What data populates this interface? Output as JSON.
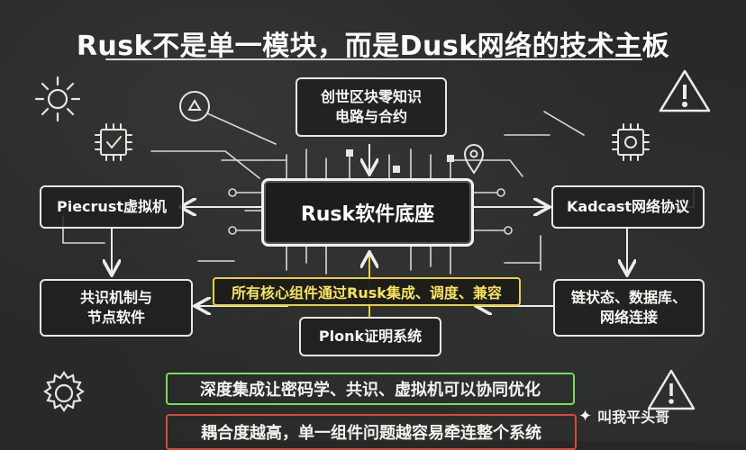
{
  "title": "Rusk不是单一模块，而是Dusk网络的技术主板",
  "core": {
    "label": "Rusk软件底座"
  },
  "nodes": {
    "genesis": [
      "创世区块零知识",
      "电路与合约"
    ],
    "piecrust": "Piecrust虚拟机",
    "kadcast": "Kadcast网络协议",
    "consensus": [
      "共识机制与",
      "节点软件"
    ],
    "chainstate": [
      "链状态、数据库、",
      "网络连接"
    ],
    "plonk": "Plonk证明系统"
  },
  "notes": {
    "integration": "所有核心组件通过Rusk集成、调度、兼容",
    "benefit": "深度集成让密码学、共识、虚拟机可以协同优化",
    "risk": "耦合度越高，单一组件问题越容易牵连整个系统"
  },
  "watermark": {
    "text": "叫我平头哥",
    "icon": "sparkle-logo-icon"
  },
  "colors": {
    "board": "#272a29",
    "chalk": "#f2f2ee",
    "yellow": "#e8cf3a",
    "green": "#7ed957",
    "red": "#e0453a"
  }
}
